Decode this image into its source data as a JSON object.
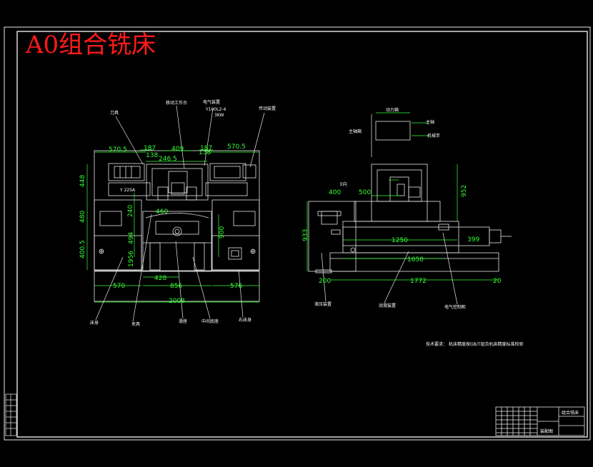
{
  "drawing_title": "A0组合铣床",
  "front_view": {
    "dims": {
      "d570_5_left": "570.5",
      "d570_5_right": "570.5",
      "d187_left": "187",
      "d187_right": "187",
      "d138_left": "138",
      "d138_right": "138",
      "d409": "409",
      "d246_5": "246.5",
      "d448": "448",
      "d480": "480",
      "d400_5": "400.5",
      "d240": "240",
      "d460": "460",
      "d494": "494",
      "d1956": "1956",
      "d900": "900",
      "d428": "428",
      "d570": "570",
      "d856": "856",
      "d576": "576",
      "d2008": "2008"
    },
    "labels": {
      "cutter": "刀具",
      "mobile_table": "移动工作台",
      "electric": "电气装置",
      "motor_model": "Y100L2-4",
      "motor_power": "3KW",
      "drive": "传动装置",
      "motor_tag": "Y 225A",
      "left_bed": "床身",
      "tool_head": "夹具",
      "slide": "滑座",
      "middle_base": "中间底座",
      "right_bed": "右床身"
    }
  },
  "side_view": {
    "dims": {
      "d400": "400",
      "d500": "500",
      "d952": "952",
      "d933": "933",
      "d1250": "1250",
      "d399": "399",
      "d1650": "1650",
      "d1772": "1772",
      "d200": "200",
      "d20": "20"
    },
    "labels": {
      "top_box": "动力箱",
      "head_left": "主轴箱",
      "head_right": "机械手",
      "spindle": "主轴",
      "e_mark": "E向",
      "hydraulic": "液压装置",
      "lubrication": "润滑装置",
      "electric_control": "电气控制柜"
    }
  },
  "notes": {
    "tech_req_label": "技术要求：",
    "tech_req_text": "机床精度按GB/T组合机床精度标准检验"
  },
  "title_block": {
    "label1": "组合铣床",
    "label2": "装配图"
  }
}
